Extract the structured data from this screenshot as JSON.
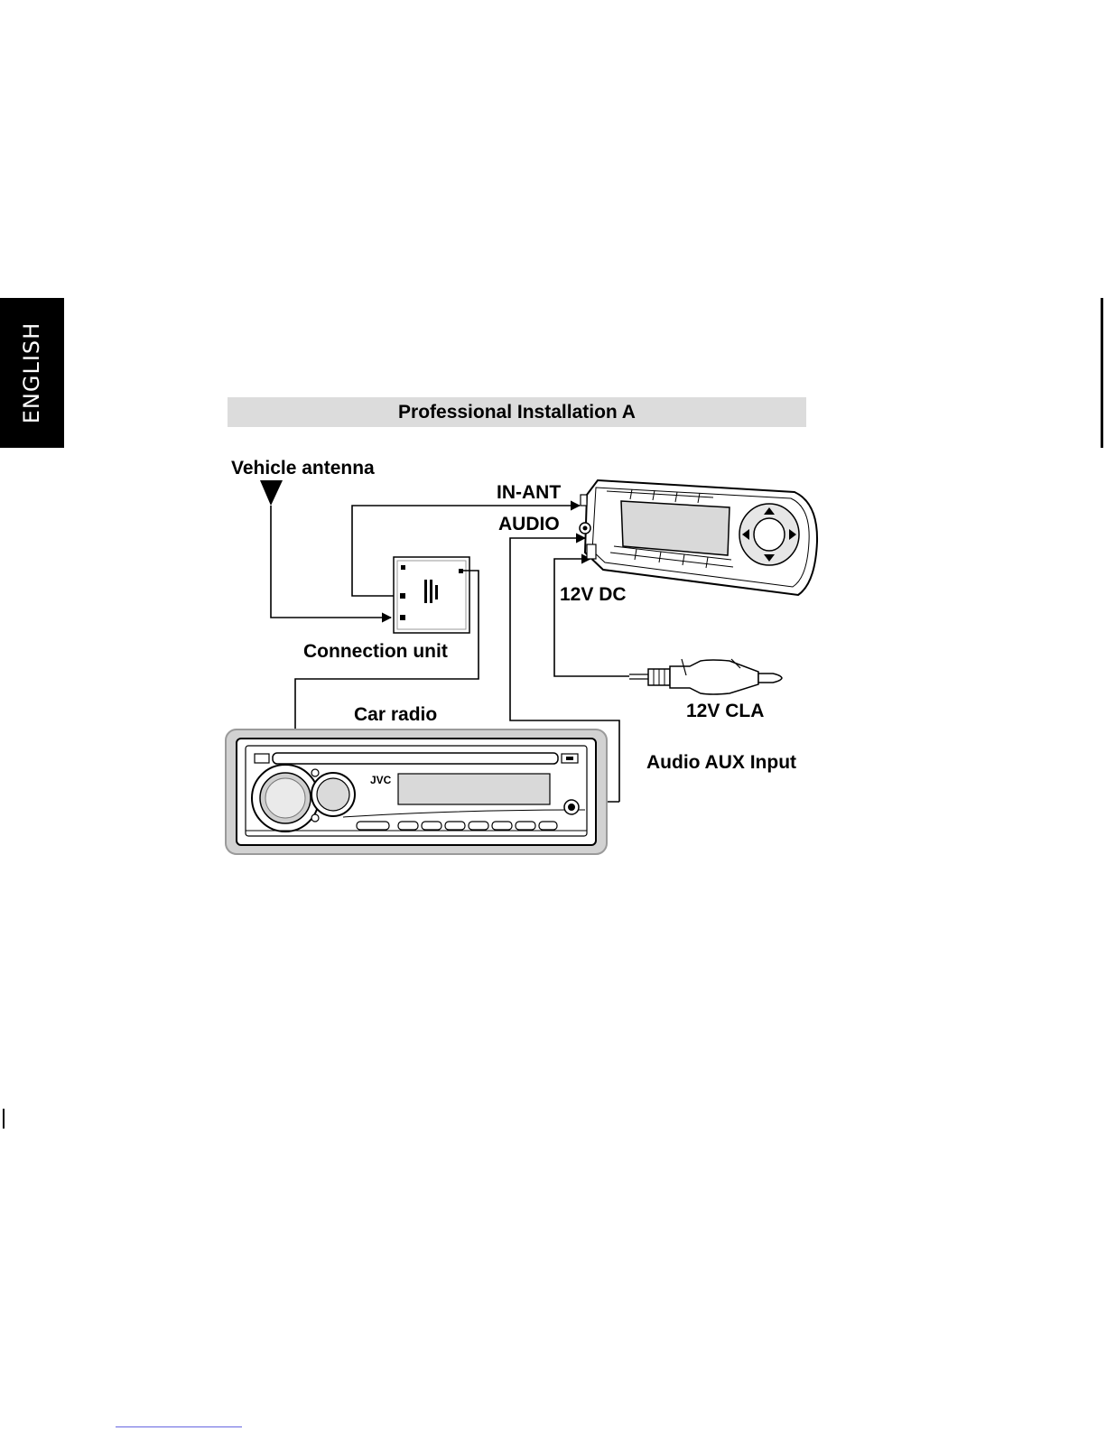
{
  "side_tab": {
    "label": "ENGLISH"
  },
  "diagram": {
    "title": "Professional Installation A",
    "labels": {
      "vehicle_antenna": "Vehicle antenna",
      "in_ant": "IN-ANT",
      "audio": "AUDIO",
      "dc": "12V DC",
      "connection_unit": "Connection unit",
      "car_radio": "Car radio",
      "cla": "12V CLA",
      "aux_input": "Audio AUX Input",
      "brand": "JVC"
    }
  }
}
